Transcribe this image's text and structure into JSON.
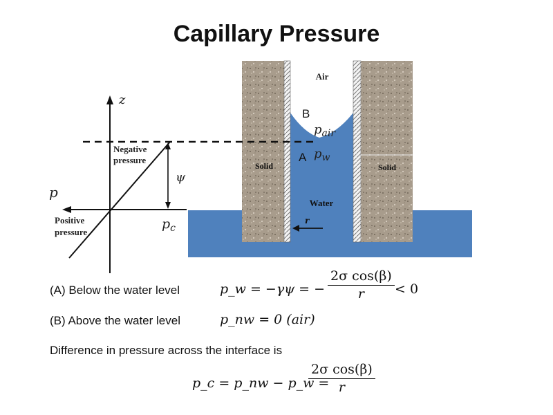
{
  "title": "Capillary Pressure",
  "colors": {
    "water": "#4f81bd",
    "solid": "#a89c8c",
    "background": "#ffffff"
  },
  "diagram": {
    "air_label": "Air",
    "point_b": "B",
    "point_a": "A",
    "p_air": "p",
    "p_air_sub": "air",
    "p_w": "p",
    "p_w_sub": "w",
    "solid_left": "Solid",
    "solid_right": "Solid",
    "water_label": "Water",
    "radius_label": "r",
    "axis_z": "z",
    "axis_p": "p",
    "negative_pressure": [
      "Negative",
      "pressure"
    ],
    "positive_pressure": [
      "Positive",
      "pressure"
    ],
    "psi": "ψ",
    "p_c": "p",
    "p_c_sub": "c"
  },
  "equations": {
    "line_a_text": "(A) Below the water level",
    "line_a_lhs": "p_w = −γψ = −",
    "line_a_frac_num": "2σ cos(β)",
    "line_a_frac_den": "r",
    "line_a_tail": "< 0",
    "line_b_text": "(B) Above the water level",
    "line_b_eq": "p_nw = 0 (air)",
    "difference_text": "Difference in pressure across the interface is",
    "final_lhs": "p_c = p_nw − p_w =",
    "final_frac_num": "2σ cos(β)",
    "final_frac_den": "r"
  }
}
